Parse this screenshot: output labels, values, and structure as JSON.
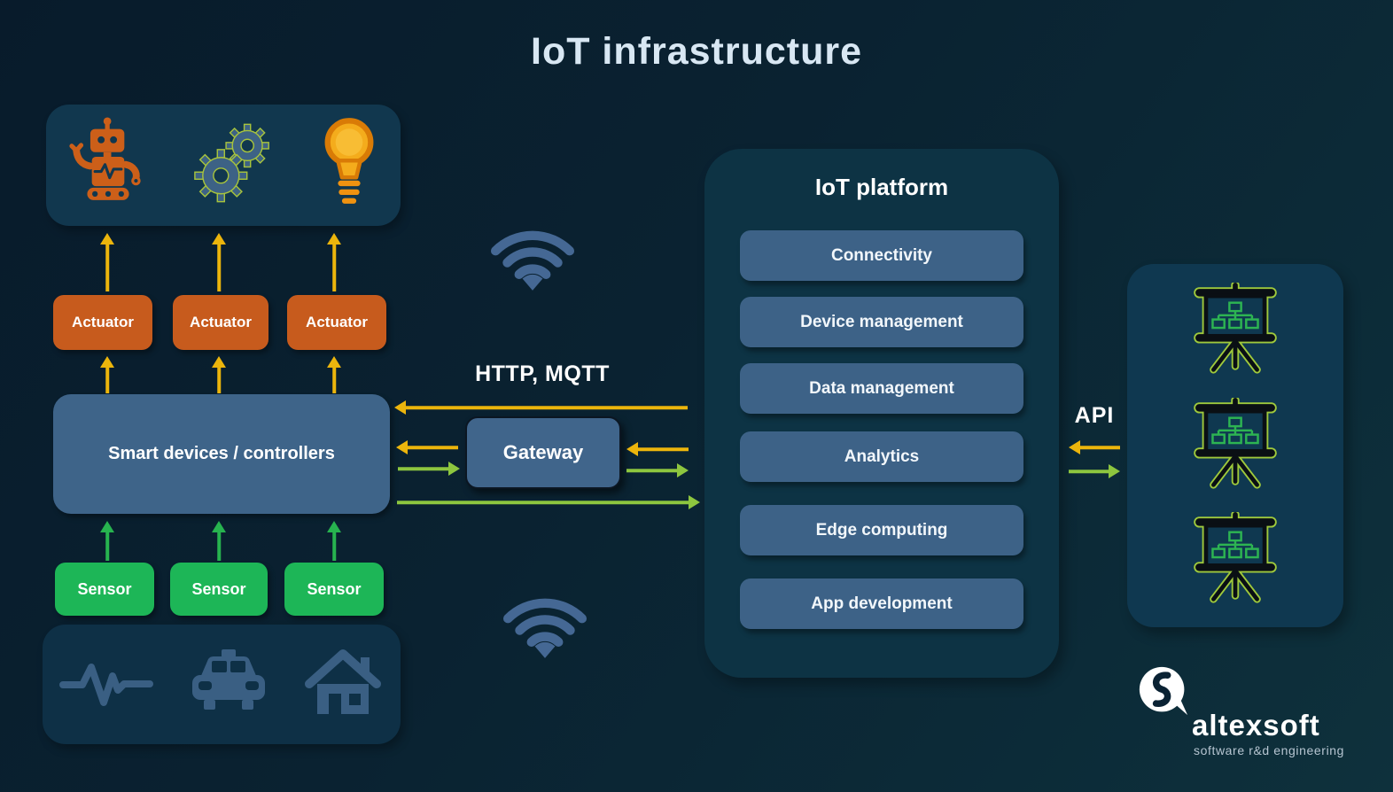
{
  "title": "IoT infrastructure",
  "devices": {
    "icon_names": [
      "robot-icon",
      "gears-icon",
      "lightbulb-icon"
    ],
    "actuators": [
      "Actuator",
      "Actuator",
      "Actuator"
    ],
    "controller_label": "Smart devices / controllers",
    "sensors": [
      "Sensor",
      "Sensor",
      "Sensor"
    ],
    "sensor_type_icon_names": [
      "pulse-icon",
      "car-icon",
      "house-icon"
    ]
  },
  "network": {
    "protocols_label": "HTTP, MQTT",
    "gateway_label": "Gateway",
    "api_label": "API",
    "wifi_icon_count": 2
  },
  "platform": {
    "title": "IoT platform",
    "modules": [
      "Connectivity",
      "Device management",
      "Data management",
      "Analytics",
      "Edge computing",
      "App development"
    ]
  },
  "applications": {
    "icon_names": [
      "dashboard-board-icon",
      "dashboard-board-icon",
      "dashboard-board-icon"
    ]
  },
  "branding": {
    "name": "altexsoft",
    "tagline": "software r&d engineering"
  },
  "colors": {
    "background": "#0a2231",
    "actuator_orange": "#c75b1d",
    "sensor_green": "#1db657",
    "box_blue": "#3e6489",
    "module_blue": "#3d6287",
    "arrow_yellow": "#ecb50c",
    "arrow_light_green": "#8dc63f",
    "arrow_green": "#27b34f",
    "icon_blue": "#3a5f83"
  }
}
